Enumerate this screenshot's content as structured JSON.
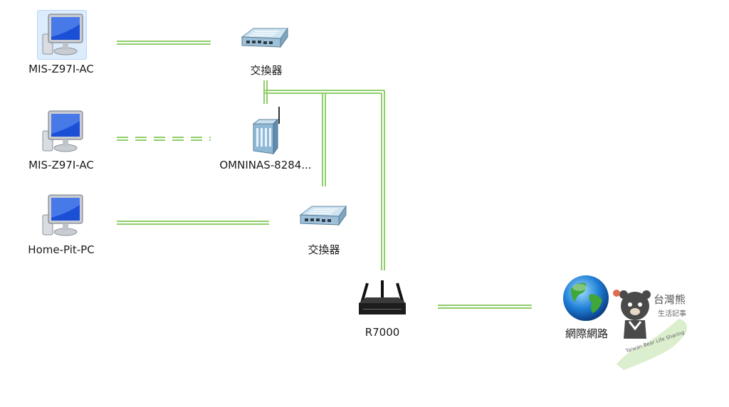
{
  "nodes": {
    "pc1": {
      "label": "MIS-Z97I-AC",
      "type": "computer-icon",
      "selected": true
    },
    "pc2": {
      "label": "MIS-Z97I-AC",
      "type": "computer-icon"
    },
    "pc3": {
      "label": "Home-Pit-PC",
      "type": "computer-icon"
    },
    "switch1": {
      "label": "交換器",
      "type": "switch-icon"
    },
    "nas": {
      "label": "OMNINAS-8284...",
      "type": "wireless-ap-icon"
    },
    "switch2": {
      "label": "交換器",
      "type": "switch-icon"
    },
    "router": {
      "label": "R7000",
      "type": "router-icon"
    },
    "internet": {
      "label": "網際網路",
      "type": "globe-icon"
    }
  },
  "links": [
    {
      "from": "pc1",
      "to": "switch1",
      "kind": "wired"
    },
    {
      "from": "pc2",
      "to": "nas",
      "kind": "wireless"
    },
    {
      "from": "pc3",
      "to": "switch2",
      "kind": "wired"
    },
    {
      "from": "switch1",
      "to": "nas",
      "kind": "wired"
    },
    {
      "from": "switch1",
      "to": "switch2",
      "kind": "wired"
    },
    {
      "from": "switch1",
      "to": "router",
      "kind": "wired"
    },
    {
      "from": "router",
      "to": "internet",
      "kind": "wired"
    }
  ],
  "colors": {
    "link": "#8fcf6a",
    "link_dark": "#6fae4c"
  },
  "watermark": {
    "title": "台灣熊",
    "subtitle": "生活記事",
    "caption": "Taiwan Bear Life Sharing"
  }
}
